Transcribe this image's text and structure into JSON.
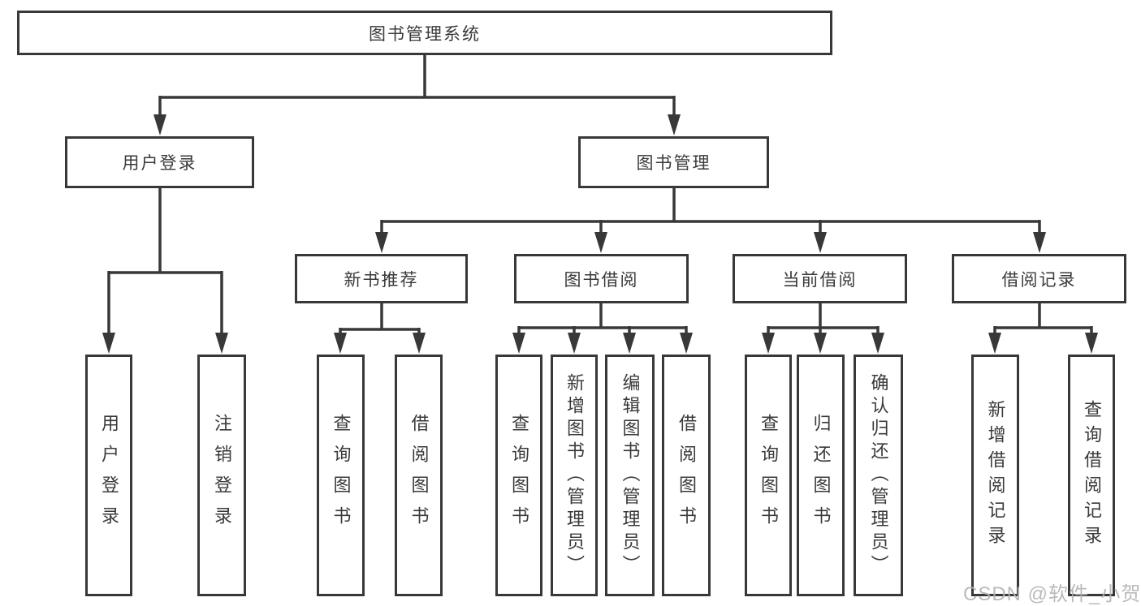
{
  "colors": {
    "line": "#383838",
    "text": "#3a3a3a",
    "background": "#ffffff",
    "watermark": "#b3b3b3"
  },
  "tree": {
    "root": "图书管理系统",
    "children": [
      {
        "label": "用户登录",
        "children": [
          "用户登录",
          "注销登录"
        ]
      },
      {
        "label": "图书管理",
        "children": [
          {
            "label": "新书推荐",
            "children": [
              "查询图书",
              "借阅图书"
            ]
          },
          {
            "label": "图书借阅",
            "children": [
              "查询图书",
              "新增图书（管理员）",
              "编辑图书（管理员）",
              "借阅图书"
            ]
          },
          {
            "label": "当前借阅",
            "children": [
              "查询图书",
              "归还图书",
              "确认归还（管理员）"
            ]
          },
          {
            "label": "借阅记录",
            "children": [
              "新增借阅记录",
              "查询借阅记录"
            ]
          }
        ]
      }
    ]
  },
  "watermark": "CSDN @软件_小贺同学"
}
